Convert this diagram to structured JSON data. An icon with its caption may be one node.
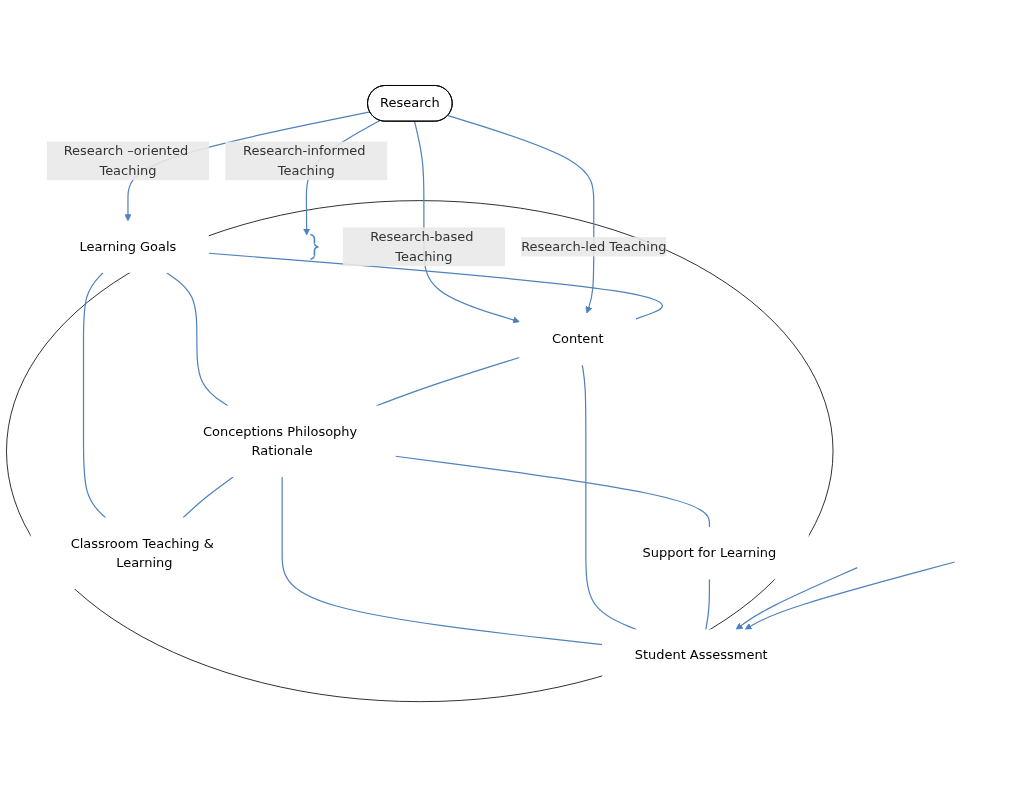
{
  "diagram": {
    "nodes": [
      {
        "text": [
          "Research"
        ]
      },
      {
        "text": [],
        "shape": "ellipse"
      },
      {
        "text": [
          "Learning Goals"
        ],
        "in": 1
      },
      {
        "text": [
          "Content"
        ],
        "in": 1
      },
      {
        "text": [
          "Conceptions Philosophy Rationale"
        ],
        "in": 1
      },
      {
        "text": [
          "Classroom Teaching & Learning"
        ],
        "in": 1
      },
      {
        "text": [
          "Support for Learning"
        ],
        "in": 1
      },
      {
        "text": [
          "Student Assessment"
        ],
        "in": 1
      },
      {
        "text": [],
        "shape": "bracket",
        "in": 1
      }
    ],
    "edges": [
      {
        "from": 0,
        "to": 3,
        "arrow": "to",
        "label": "Research-based Teaching"
      },
      {
        "from": 0,
        "to": 3,
        "arrow": "to",
        "label": "Research-led Teaching"
      },
      {
        "from": 0,
        "to": 2,
        "arrow": "to",
        "label": "Research –oriented Teaching"
      },
      {
        "from": 0,
        "to": 8,
        "arrow": "to",
        "label": "Research-informed Teaching"
      },
      {
        "from": 2,
        "to": 3,
        "arrow": "none"
      },
      {
        "from": 2,
        "to": 5,
        "arrow": "none"
      },
      {
        "from": 2,
        "to": 4,
        "arrow": "none"
      },
      {
        "from": 3,
        "to": 4,
        "arrow": "none"
      },
      {
        "from": 4,
        "to": 5,
        "arrow": "none"
      },
      {
        "from": 4,
        "to": 6,
        "arrow": "none"
      },
      {
        "from": 4,
        "to": 7,
        "arrow": "none"
      },
      {
        "from": 3,
        "to": 7,
        "arrow": "none"
      },
      {
        "from": 6,
        "to": 7,
        "arrow": "none"
      },
      {
        "from": null,
        "to": 7,
        "arrow": "to"
      },
      {
        "from": null,
        "to": 7,
        "arrow": "to"
      }
    ]
  }
}
